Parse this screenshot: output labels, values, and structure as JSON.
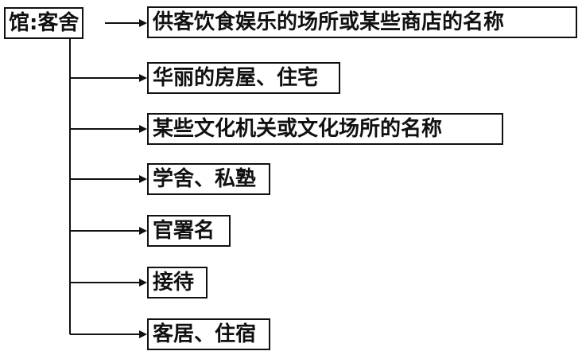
{
  "root": {
    "label": "馆:客舍"
  },
  "meanings": [
    {
      "label": "供客饮食娱乐的场所或某些商店的名称"
    },
    {
      "label": "华丽的房屋、住宅"
    },
    {
      "label": "某些文化机关或文化场所的名称"
    },
    {
      "label": "学舍、私塾"
    },
    {
      "label": "官署名"
    },
    {
      "label": "接待"
    },
    {
      "label": "客居、住宿"
    }
  ]
}
